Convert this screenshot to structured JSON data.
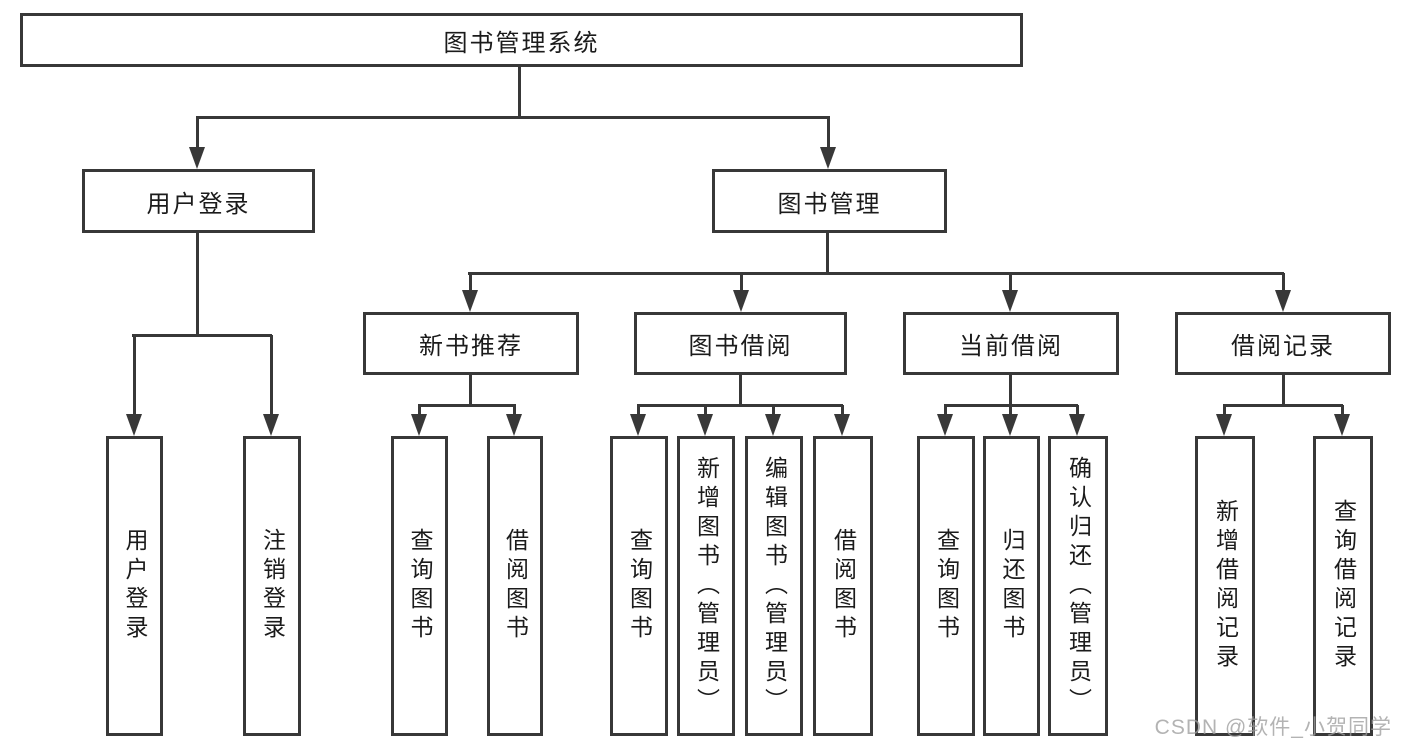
{
  "tree": {
    "label": "图书管理系统",
    "children": [
      {
        "label": "用户登录",
        "children": [
          {
            "label": "用户登录"
          },
          {
            "label": "注销登录"
          }
        ]
      },
      {
        "label": "图书管理",
        "children": [
          {
            "label": "新书推荐",
            "children": [
              {
                "label": "查询图书"
              },
              {
                "label": "借阅图书"
              }
            ]
          },
          {
            "label": "图书借阅",
            "children": [
              {
                "label": "查询图书"
              },
              {
                "label": "新增图书（管理员）"
              },
              {
                "label": "编辑图书（管理员）"
              },
              {
                "label": "借阅图书"
              }
            ]
          },
          {
            "label": "当前借阅",
            "children": [
              {
                "label": "查询图书"
              },
              {
                "label": "归还图书"
              },
              {
                "label": "确认归还（管理员）"
              }
            ]
          },
          {
            "label": "借阅记录",
            "children": [
              {
                "label": "新增借阅记录"
              },
              {
                "label": "查询借阅记录"
              }
            ]
          }
        ]
      }
    ]
  },
  "watermark": "CSDN @软件_小贺同学",
  "colors": {
    "line": "#383838",
    "text": "#1b1b1b",
    "background": "#ffffff",
    "watermark": "#9e9e9e"
  }
}
